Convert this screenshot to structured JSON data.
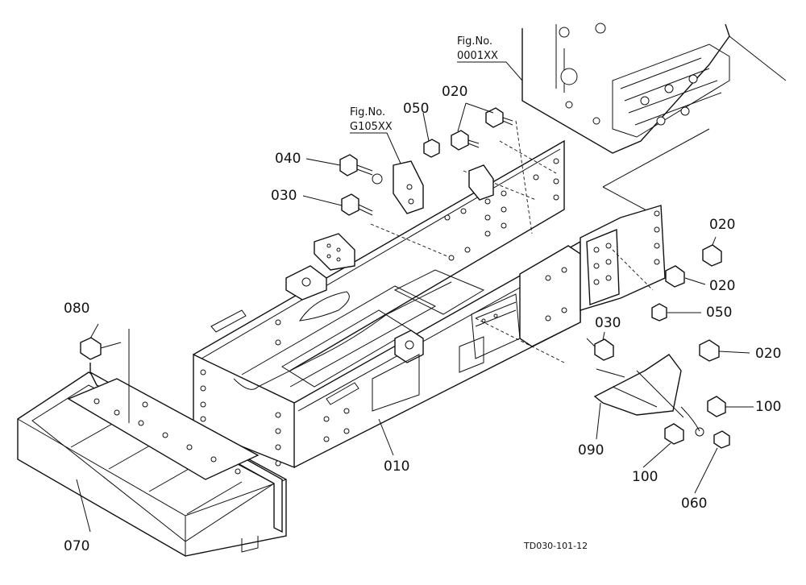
{
  "figure_refs": {
    "engine": {
      "title": "Fig.No.",
      "code": "0001XX"
    },
    "bracket": {
      "title": "Fig.No.",
      "code": "G105XX"
    }
  },
  "part_labels": {
    "p010": "010",
    "p020_top": "020",
    "p020_r1": "020",
    "p020_r2": "020",
    "p020_r3": "020",
    "p030_left": "030",
    "p030_right": "030",
    "p040": "040",
    "p050_top": "050",
    "p050_right": "050",
    "p060": "060",
    "p070": "070",
    "p080": "080",
    "p090": "090",
    "p100_a": "100",
    "p100_b": "100"
  },
  "drawing_code": "TD030-101-12"
}
